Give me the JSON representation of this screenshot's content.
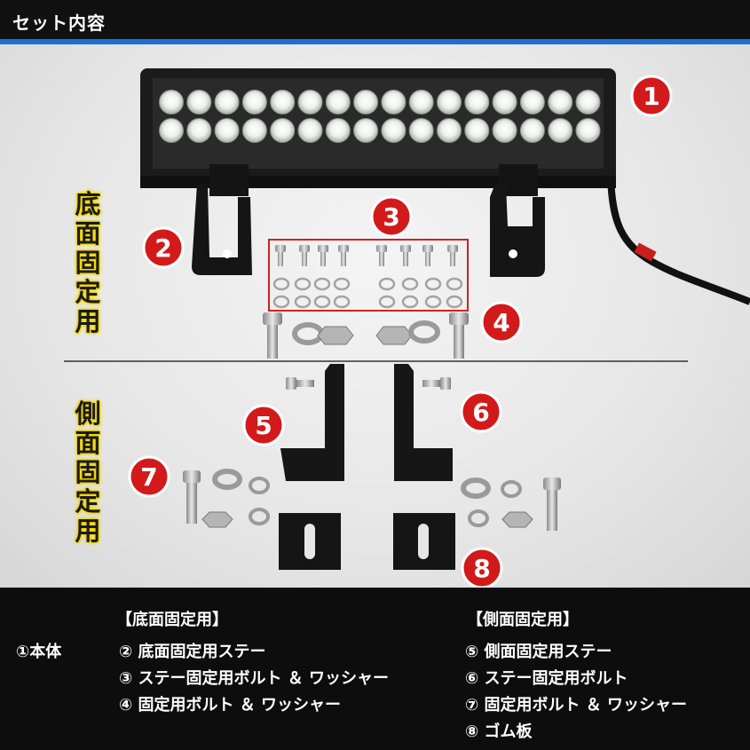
{
  "header": {
    "title": "セット内容"
  },
  "photo": {
    "label_bottom": "底面固定用",
    "label_side": "側面固定用",
    "badges": [
      "1",
      "2",
      "3",
      "4",
      "5",
      "6",
      "7",
      "8"
    ]
  },
  "legend": {
    "main_item": "①本体",
    "bottom_heading": "【底面固定用】",
    "bottom_items": [
      "② 底面固定用ステー",
      "③ ステー固定用ボルト ＆ ワッシャー",
      "④ 固定用ボルト ＆ ワッシャー"
    ],
    "side_heading": "【側面固定用】",
    "side_items": [
      "⑤ 側面固定用ステー",
      "⑥ ステー固定用ボルト",
      "⑦ 固定用ボルト ＆ ワッシャー",
      "⑧ ゴム板"
    ]
  },
  "colors": {
    "accent_blue": "#1d6fd6",
    "badge_red": "#d31a1a",
    "label_yellow": "#f2d600",
    "frame_red": "#cc2222"
  }
}
